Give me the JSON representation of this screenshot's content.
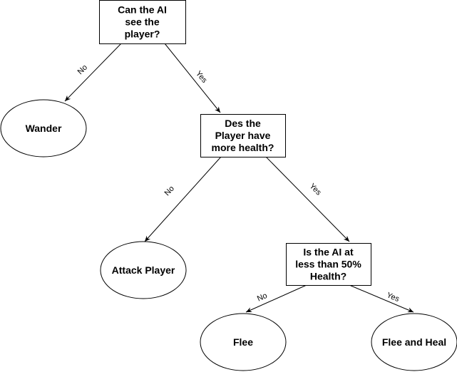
{
  "diagram": {
    "nodes": {
      "q_see": {
        "shape": "rect",
        "lines": [
          "Can the AI",
          "see the",
          "player?"
        ]
      },
      "wander": {
        "shape": "ellipse",
        "lines": [
          "Wander"
        ]
      },
      "q_health": {
        "shape": "rect",
        "lines": [
          "Des the",
          "Player have",
          "more health?"
        ]
      },
      "attack": {
        "shape": "ellipse",
        "lines": [
          "Attack Player"
        ]
      },
      "q_low": {
        "shape": "rect",
        "lines": [
          "Is the AI at",
          "less than 50%",
          "Health?"
        ]
      },
      "flee": {
        "shape": "ellipse",
        "lines": [
          "Flee"
        ]
      },
      "flee_heal": {
        "shape": "ellipse",
        "lines": [
          "Flee and Heal"
        ]
      }
    },
    "edges": [
      {
        "from": "q_see",
        "to": "wander",
        "label": "No"
      },
      {
        "from": "q_see",
        "to": "q_health",
        "label": "Yes"
      },
      {
        "from": "q_health",
        "to": "attack",
        "label": "No"
      },
      {
        "from": "q_health",
        "to": "q_low",
        "label": "Yes"
      },
      {
        "from": "q_low",
        "to": "flee",
        "label": "No"
      },
      {
        "from": "q_low",
        "to": "flee_heal",
        "label": "Yes"
      }
    ]
  }
}
